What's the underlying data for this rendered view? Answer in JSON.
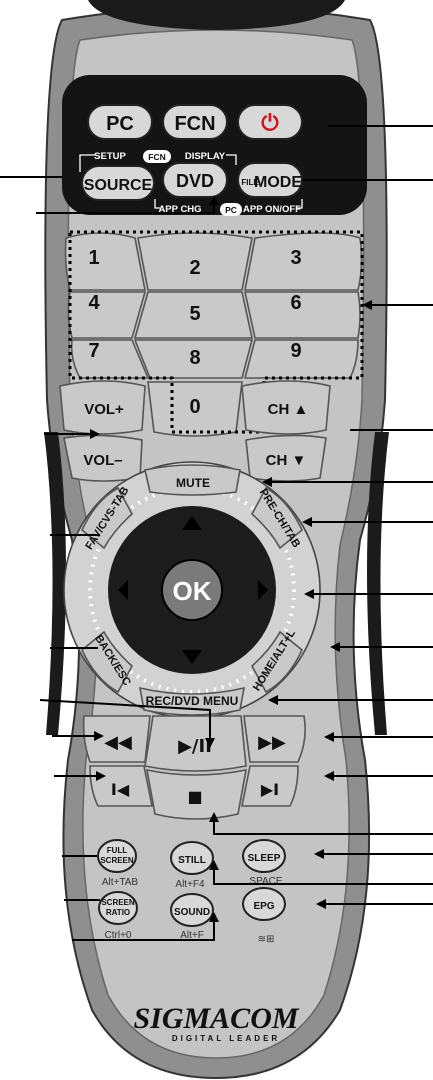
{
  "top_buttons": {
    "pc": "PC",
    "fcn": "FCN",
    "power_symbol": "⏻"
  },
  "mode_row": {
    "setup": "SETUP",
    "fcn_badge": "FCN",
    "display": "DISPLAY",
    "source": "SOURCE",
    "dvd": "DVD",
    "file_small": "FILE",
    "mode": "MODE",
    "app_chg": "APP CHG",
    "pc_badge": "PC",
    "app_onoff": "APP ON/OFF"
  },
  "numpad": [
    "1",
    "2",
    "3",
    "4",
    "5",
    "6",
    "7",
    "8",
    "9",
    "0"
  ],
  "volume": {
    "up": "VOL+",
    "down": "VOL–"
  },
  "channel": {
    "up": "CH ▲",
    "down": "CH ▼"
  },
  "ring": {
    "mute": "MUTE",
    "fav": "FAV/CVS-TAB",
    "pre": "PRE-CH/TAB",
    "back": "BACK/ESC",
    "home": "HOME/ALT+L",
    "rec": "REC/DVD MENU",
    "ok": "OK"
  },
  "transport": {
    "rew": "◀◀",
    "play": "▶/II",
    "ffw": "▶▶",
    "prev": "I◀",
    "stop": "■",
    "next": "▶I"
  },
  "function_buttons": {
    "full_line1": "FULL",
    "full_line2": "SCREEN",
    "full_sub": "Alt+TAB",
    "still": "STILL",
    "still_sub": "Alt+F4",
    "sleep": "SLEEP",
    "sleep_sub": "SPACE",
    "screen_line1": "SCREEN",
    "screen_line2": "RATIO",
    "screen_sub": "Ctrl+0",
    "sound": "SOUND",
    "sound_sub": "Alt+F",
    "epg": "EPG",
    "epg_glyph": "≋⊞"
  },
  "brand": {
    "name": "SIGMACOM",
    "tagline": "DIGITAL LEADER"
  }
}
